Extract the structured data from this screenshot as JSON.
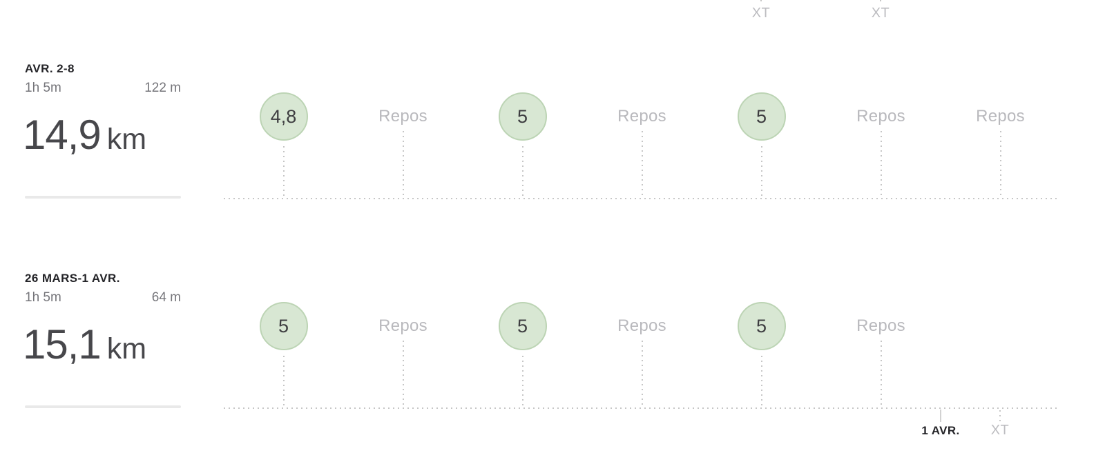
{
  "colors": {
    "circle_fill": "#d8e7d3",
    "circle_border": "#bcd4b4",
    "muted_text": "#b9b9bd",
    "dotted_line": "#c6c6c6",
    "dark_text": "#242428",
    "stat_text": "#75757a",
    "distance_text": "#47474b",
    "divider": "#e9e9e9"
  },
  "top_axis": {
    "xt_labels": [
      "XT",
      "XT"
    ]
  },
  "weeks": [
    {
      "title": "AVR. 2-8",
      "duration": "1h 5m",
      "elevation": "122 m",
      "distance": {
        "value": "14,9",
        "unit": "km"
      },
      "days": [
        {
          "type": "run",
          "label": "4,8"
        },
        {
          "type": "rest",
          "label": "Repos"
        },
        {
          "type": "run",
          "label": "5"
        },
        {
          "type": "rest",
          "label": "Repos"
        },
        {
          "type": "run",
          "label": "5"
        },
        {
          "type": "rest",
          "label": "Repos"
        },
        {
          "type": "rest",
          "label": "Repos"
        }
      ]
    },
    {
      "title": "26 MARS-1 AVR.",
      "duration": "1h 5m",
      "elevation": "64 m",
      "distance": {
        "value": "15,1",
        "unit": "km"
      },
      "days": [
        {
          "type": "run",
          "label": "5"
        },
        {
          "type": "rest",
          "label": "Repos"
        },
        {
          "type": "run",
          "label": "5"
        },
        {
          "type": "rest",
          "label": "Repos"
        },
        {
          "type": "run",
          "label": "5"
        },
        {
          "type": "rest",
          "label": "Repos"
        },
        {
          "type": "empty",
          "label": ""
        }
      ]
    }
  ],
  "bottom_axis": {
    "date_label": "1 AVR.",
    "xt_label": "XT"
  }
}
